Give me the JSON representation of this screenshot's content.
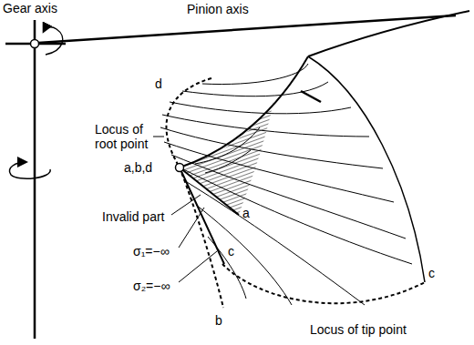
{
  "diagram": {
    "labels": [
      "Gear axis",
      "Pinion axis",
      "d",
      "Locus of root point",
      "a,b,d",
      "Invalid part",
      "a",
      "c",
      "σ₁=−∞",
      "σ₂=−∞",
      "b",
      "c",
      "Locus of tip point"
    ]
  }
}
